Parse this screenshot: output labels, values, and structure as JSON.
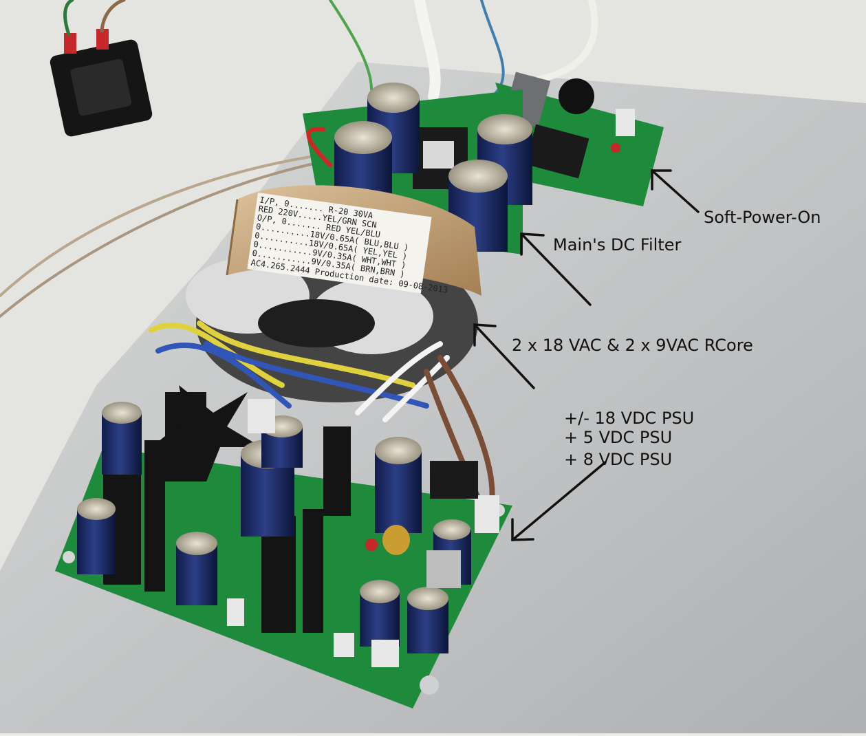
{
  "annotations": {
    "soft_power_on": "Soft-Power-On",
    "mains_dc_filter": "Main's DC Filter",
    "transformer": "2 x 18 VAC & 2 x 9VAC RCore",
    "psu_lines": [
      "+/- 18 VDC PSU",
      "+ 5 VDC PSU",
      "+ 8 VDC PSU"
    ]
  },
  "transformer_label": {
    "lines": [
      "I/P, 0.......   R-20  30VA",
      "RED          220V.....YEL/GRN   SCN",
      "O/P, 0.......  RED        YEL/BLU",
      "0..........18V/0.65A( BLU,BLU )",
      "0..........18V/0.65A( YEL,YEL )",
      "0...........9V/0.35A( WHT,WHT )",
      "0...........9V/0.35A( BRN,BRN )",
      "AC4.265.2444   Production date: 09-08-2013"
    ]
  },
  "colors": {
    "background": "#e9e9e6",
    "metal_plate": "#c9cbcc",
    "pcb_green": "#1d8a3c",
    "capacitor_blue": "#1f2e6b",
    "heatsink_black": "#141414",
    "transformer_tan": "#c9a57a",
    "arrow_black": "#111111"
  }
}
